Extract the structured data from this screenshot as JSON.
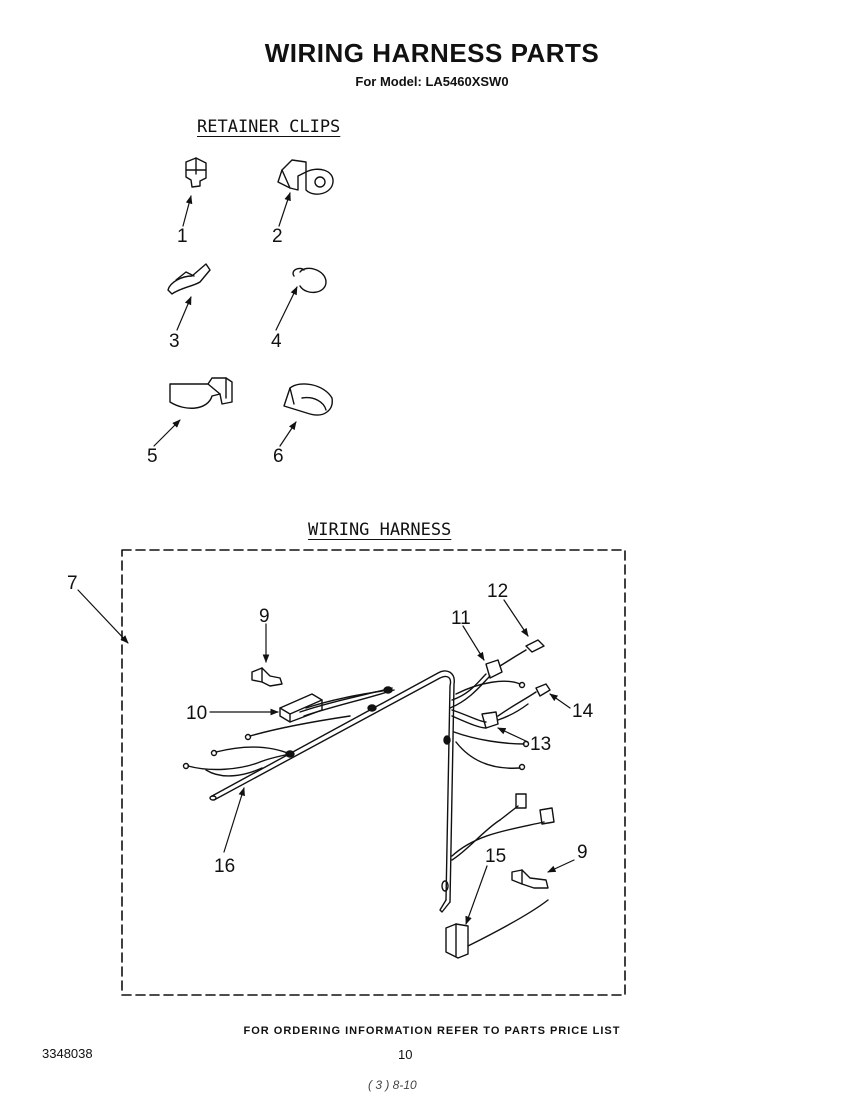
{
  "page": {
    "title": "WIRING HARNESS PARTS",
    "subtitle": "For Model: LA5460XSW0",
    "footer": "FOR ORDERING INFORMATION REFER TO PARTS PRICE LIST",
    "doc_number": "3348038",
    "page_number": "10",
    "handwritten_note": "( 3 ) 8-10"
  },
  "retainer_clips": {
    "heading": "RETAINER CLIPS",
    "callouts": [
      "1",
      "2",
      "3",
      "4",
      "5",
      "6"
    ]
  },
  "wiring_harness": {
    "heading": "WIRING HARNESS",
    "callouts": [
      "7",
      "9",
      "9",
      "10",
      "11",
      "12",
      "13",
      "14",
      "15",
      "16"
    ]
  }
}
